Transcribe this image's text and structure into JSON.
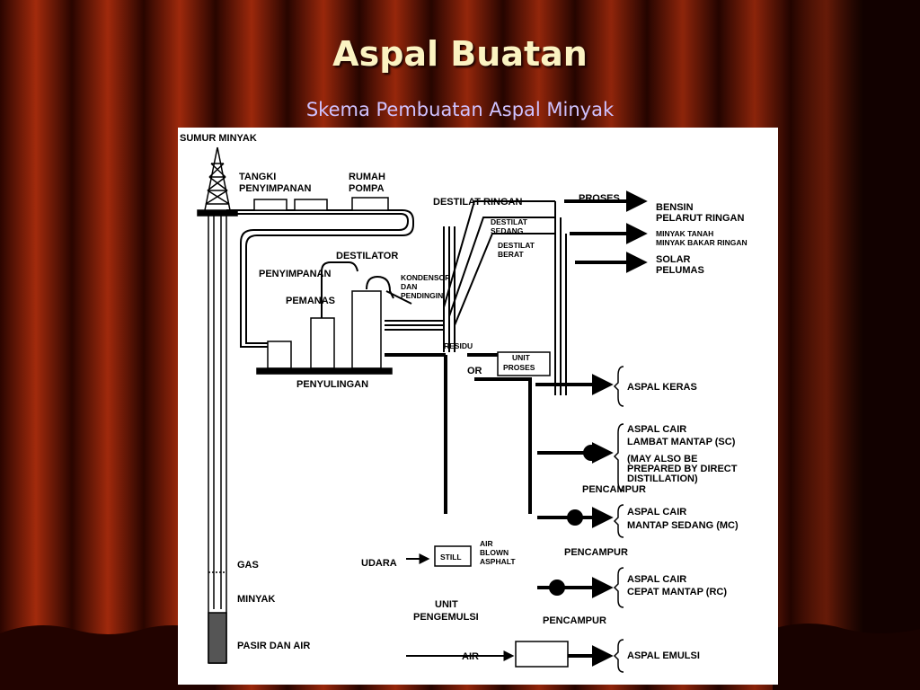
{
  "slide": {
    "title": "Aspal Buatan",
    "subtitle": "Skema Pembuatan Aspal Minyak"
  },
  "colors": {
    "curtain_dark": "#2a0500",
    "curtain_mid": "#6e1300",
    "curtain_light": "#a32a0c",
    "title_text": "#fbf3c2",
    "subtitle_text": "#cfc2ff"
  },
  "diagram": {
    "labels": {
      "sumur_minyak": "SUMUR MINYAK",
      "tangki_1": "TANGKI",
      "tangki_2": "PENYIMPANAN",
      "rumah_1": "RUMAH",
      "rumah_2": "POMPA",
      "destilat_ringan": "DESTILAT RINGAN",
      "proses": "PROSES",
      "destilat_sedang_1": "DESTILAT",
      "destilat_sedang_2": "SEDANG",
      "destilat_berat_1": "DESTILAT",
      "destilat_berat_2": "BERAT",
      "bensin": "BENSIN",
      "pelarut_ringan": "PELARUT RINGAN",
      "minyak_tanah": "MINYAK TANAH",
      "minyak_bakar": "MINYAK BAKAR RINGAN",
      "solar": "SOLAR",
      "pelumas": "PELUMAS",
      "destilator": "DESTILATOR",
      "penyimpanan": "PENYIMPANAN",
      "kondensor_1": "KONDENSOR",
      "kondensor_2": "DAN",
      "kondensor_3": "PENDINGIN",
      "pemanas": "PEMANAS",
      "residu": "RESIDU",
      "unit_proses_1": "UNIT",
      "unit_proses_2": "PROSES",
      "or": "OR",
      "penyulingan": "PENYULINGAN",
      "aspal_keras": "ASPAL KERAS",
      "aspal_sc_1": "ASPAL CAIR",
      "aspal_sc_2": "LAMBAT MANTAP (SC)",
      "may_1": "(MAY ALSO BE",
      "may_2": "PREPARED BY DIRECT",
      "may_3": "DISTILLATION)",
      "pencampur_1": "PENCAMPUR",
      "aspal_mc_1": "ASPAL CAIR",
      "aspal_mc_2": "MANTAP SEDANG (MC)",
      "pencampur_2": "PENCAMPUR",
      "udara": "UDARA",
      "still": "STILL",
      "air_blown_1": "AIR",
      "air_blown_2": "BLOWN",
      "air_blown_3": "ASPHALT",
      "gas": "GAS",
      "aspal_rc_1": "ASPAL CAIR",
      "aspal_rc_2": "CEPAT MANTAP (RC)",
      "minyak": "MINYAK",
      "unit_emulsi_1": "UNIT",
      "unit_emulsi_2": "PENGEMULSI",
      "pencampur_3": "PENCAMPUR",
      "pasir_dan_air": "PASIR DAN AIR",
      "air": "AIR",
      "aspal_emulsi": "ASPAL EMULSI"
    }
  }
}
